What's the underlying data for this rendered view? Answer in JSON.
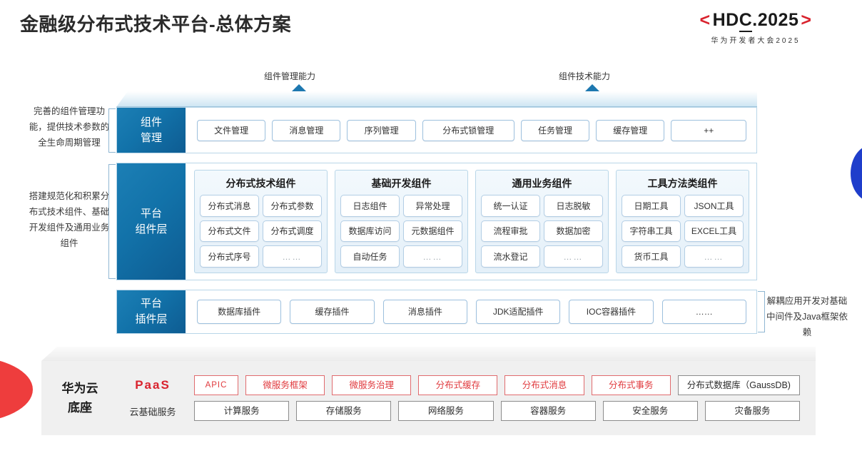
{
  "header": {
    "title": "金融级分布式技术平台-总体方案",
    "logo_main": "HDC.2025",
    "logo_main_prefix": "<",
    "logo_main_suffix": ">",
    "logo_underline_char": "C",
    "logo_sub": "华为开发者大会2025",
    "brand_red": "#d9232e"
  },
  "arrows": {
    "left_label": "组件管理能力",
    "right_label": "组件技术能力"
  },
  "side_notes": {
    "left_top": "完善的组件管理功能，提供技术参数的全生命周期管理",
    "left_mid": "搭建规范化和积累分布式技术组件、基础开发组件及通用业务组件",
    "right": "解耦应用开发对基础中间件及Java框架依赖"
  },
  "layers": {
    "management": {
      "label_line1": "组件",
      "label_line2": "管理",
      "items": [
        "文件管理",
        "消息管理",
        "序列管理",
        "分布式锁管理",
        "任务管理",
        "缓存管理",
        "++"
      ]
    },
    "component": {
      "label_line1": "平台",
      "label_line2": "组件层",
      "groups": [
        {
          "title": "分布式技术组件",
          "cells": [
            "分布式消息",
            "分布式参数",
            "分布式文件",
            "分布式调度",
            "分布式序号",
            "……"
          ]
        },
        {
          "title": "基础开发组件",
          "cells": [
            "日志组件",
            "异常处理",
            "数据库访问",
            "元数据组件",
            "自动任务",
            "……"
          ]
        },
        {
          "title": "通用业务组件",
          "cells": [
            "统一认证",
            "日志脱敏",
            "流程审批",
            "数据加密",
            "流水登记",
            "……"
          ]
        },
        {
          "title": "工具方法类组件",
          "cells": [
            "日期工具",
            "JSON工具",
            "字符串工具",
            "EXCEL工具",
            "货币工具",
            "……"
          ]
        }
      ]
    },
    "plugin": {
      "label_line1": "平台",
      "label_line2": "插件层",
      "items": [
        "数据库插件",
        "缓存插件",
        "消息插件",
        "JDK适配插件",
        "IOC容器插件",
        "……"
      ]
    }
  },
  "base": {
    "title_line1": "华为云",
    "title_line2": "底座",
    "paas_label": "PaaS",
    "cloud_label": "云基础服务",
    "paas_items": [
      {
        "text": "APIC",
        "style": "red"
      },
      {
        "text": "微服务框架",
        "style": "red"
      },
      {
        "text": "微服务治理",
        "style": "red"
      },
      {
        "text": "分布式缓存",
        "style": "red"
      },
      {
        "text": "分布式消息",
        "style": "red"
      },
      {
        "text": "分布式事务",
        "style": "red"
      },
      {
        "text": "分布式数据库（GaussDB)",
        "style": "gray"
      }
    ],
    "cloud_items": [
      "计算服务",
      "存储服务",
      "网络服务",
      "容器服务",
      "安全服务",
      "灾备服务"
    ]
  }
}
